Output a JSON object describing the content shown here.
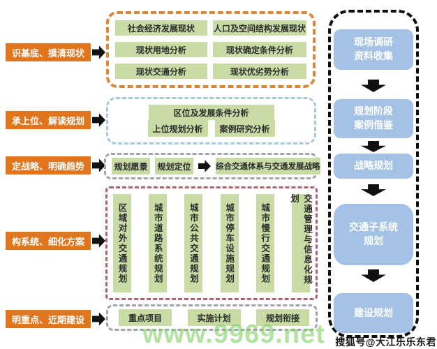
{
  "colors": {
    "stage_label": "#E0751E",
    "task_box": "#C8DBA5",
    "flow_box": "#A3C2E6",
    "dash_status": "#D8893B",
    "dash_upper": "#A5CBDB",
    "dash_gray": "#9EA4AB",
    "dash_subsystem": "#B2636B",
    "dash_flow": "#0D0D0D",
    "watermark_green": "#82D064"
  },
  "left_labels": [
    "识基底、摸清现状",
    "承上位、解读规划",
    "定战略、明确趋势",
    "构系统、细化方案",
    "明重点、近期建设"
  ],
  "status_section": {
    "items": [
      "社会经济发展现状",
      "人口及空间结构发展现状",
      "现状用地分析",
      "现状确定条件分析",
      "现状交通分析",
      "现状优劣势分析"
    ]
  },
  "upper_section": {
    "row1": "区位及发展条件分析",
    "row2": [
      "上位规划分析",
      "案例研究分析"
    ]
  },
  "strategy_section": {
    "boxes": [
      "规划愿景",
      "规划定位"
    ],
    "result": "综合交通体系与交通发展战略"
  },
  "subsystem_section": {
    "items": [
      "区域对外交通规划",
      "城市道路系统规划",
      "城市公共交通规划",
      "城市停车设施规划",
      "城市慢行交通规划",
      "交通管理与信息化规划"
    ]
  },
  "nearterm_section": {
    "items": [
      "重点项目",
      "实施计划",
      "规划衔接"
    ]
  },
  "right_flow": {
    "steps": [
      "现场调研\n资料收集",
      "规划阶段\n案例借鉴",
      "战略规划",
      "交通子系统\n规划",
      "建设规划"
    ]
  },
  "watermarks": {
    "site": "www.9969.net",
    "credit": "搜狐号@大江乐乐东君"
  }
}
